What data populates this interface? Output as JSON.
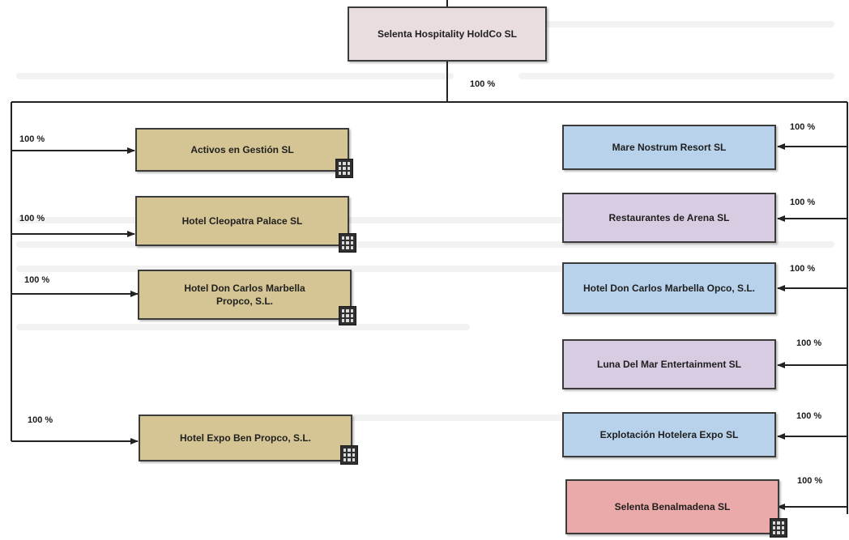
{
  "colors": {
    "root": "#e9dde0",
    "tan": "#d6c594",
    "blue": "#b7d2ea",
    "lavender": "#d7cce1",
    "pink": "#eaaaa9",
    "line": "#222222"
  },
  "root": {
    "label": "Selenta Hospitality HoldCo SL",
    "percent": "100 %"
  },
  "left": [
    {
      "label": "Activos en Gestión SL",
      "percent": "100 %"
    },
    {
      "label": "Hotel Cleopatra Palace SL",
      "percent": "100 %"
    },
    {
      "label": "Hotel Don Carlos Marbella Propco, S.L.",
      "percent": "100 %"
    },
    {
      "label": "Hotel Expo Ben Propco, S.L.",
      "percent": "100 %"
    }
  ],
  "right": [
    {
      "label": "Mare Nostrum Resort SL",
      "percent": "100 %"
    },
    {
      "label": "Restaurantes de Arena SL",
      "percent": "100 %"
    },
    {
      "label": "Hotel Don Carlos Marbella Opco, S.L.",
      "percent": "100 %"
    },
    {
      "label": "Luna Del Mar Entertainment SL",
      "percent": "100 %"
    },
    {
      "label": "Explotación Hotelera Expo SL",
      "percent": "100 %"
    },
    {
      "label": "Selenta Benalmadena SL",
      "percent": "100 %"
    }
  ],
  "icons": [
    "building-icon"
  ]
}
